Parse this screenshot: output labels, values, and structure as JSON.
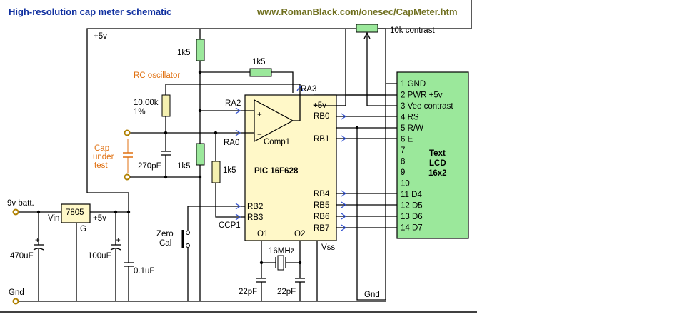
{
  "title": "High-resolution cap meter schematic",
  "url": "www.RomanBlack.com/onesec/CapMeter.htm",
  "colors": {
    "title": "#1030a0",
    "url": "#707020",
    "annotation": "#e07010",
    "component_fill": "#9be89b",
    "chip_fill": "#fff8c8",
    "pin_arrow": "#3050d0"
  },
  "labels": {
    "supply": "+5v",
    "contrast_pot": "10k contrast",
    "rc_oscillator": "RC oscillator",
    "r_top": "1k5",
    "r_feedback": "1k5",
    "r_precision": "10.00k",
    "r_precision_tol": "1%",
    "r_mid": "1k5",
    "r_ccp": "1k5",
    "cap_under_test": [
      "Cap",
      "under",
      "test"
    ],
    "c_270": "270pF",
    "battery": "9v batt.",
    "regulator": "7805",
    "reg_vin": "Vin",
    "reg_g": "G",
    "reg_out": "+5v",
    "c_470": "470uF",
    "c_100": "100uF",
    "c_01": "0.1uF",
    "zero_cal": [
      "Zero",
      "Cal"
    ],
    "gnd_left": "Gnd",
    "gnd_right": "Gnd",
    "crystal": "16MHz",
    "c_22a": "22pF",
    "c_22b": "22pF",
    "vss": "Vss",
    "ccp1": "CCP1"
  },
  "pic": {
    "name": "PIC 16F628",
    "comparator": "Comp1",
    "pins": {
      "ra3": "RA3",
      "ra2": "RA2",
      "ra0": "RA0",
      "vdd": "+5v",
      "rb0": "RB0",
      "rb1": "RB1",
      "rb2": "RB2",
      "rb3": "RB3",
      "rb4": "RB4",
      "rb5": "RB5",
      "rb6": "RB6",
      "rb7": "RB7",
      "o1": "O1",
      "o2": "O2"
    }
  },
  "lcd": {
    "title": [
      "Text",
      "LCD",
      "16x2"
    ],
    "pins": [
      "1 GND",
      "2 PWR +5v",
      "3 Vee contrast",
      "4 RS",
      "5 R/W",
      "6 E",
      "7",
      "8",
      "9",
      "10",
      "11 D4",
      "12 D5",
      "13 D6",
      "14 D7"
    ]
  }
}
